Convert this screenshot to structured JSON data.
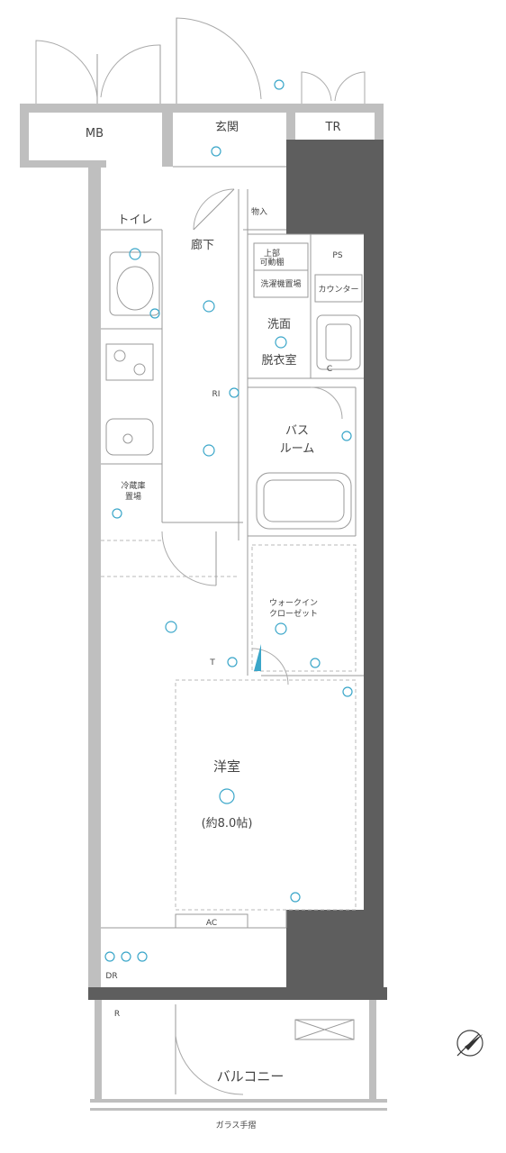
{
  "rooms": {
    "mb": "MB",
    "genkan": "玄関",
    "tr": "TR",
    "shunou": "物入",
    "toilet": "トイレ",
    "rouka": "廊下",
    "kaidan_top": "上部",
    "kaidan_bottom": "可動棚",
    "sentakuki": "洗濯機置場",
    "ps": "PS",
    "counter": "カウンター",
    "senmen_1": "洗面",
    "senmen_2": "脱衣室",
    "bath_1": "バス",
    "bath_2": "ルーム",
    "reizouko_1": "冷蔵庫",
    "reizouko_2": "置場",
    "walkin_1": "ウォークイン",
    "walkin_2": "クローゼット",
    "youshitsu": "洋室",
    "youshitsu_size": "(約8.0帖)",
    "ac": "AC",
    "balcony": "バルコニー",
    "glass": "ガラス手摺",
    "ri": "RI",
    "tel": "T",
    "dr": "DR",
    "c_label": "C",
    "r_label": "R"
  },
  "icons": [
    "north-arrow-icon",
    "light-fixture-icon",
    "outlet-icon",
    "sink-icon",
    "stove-icon",
    "toilet-icon",
    "bathtub-icon"
  ]
}
